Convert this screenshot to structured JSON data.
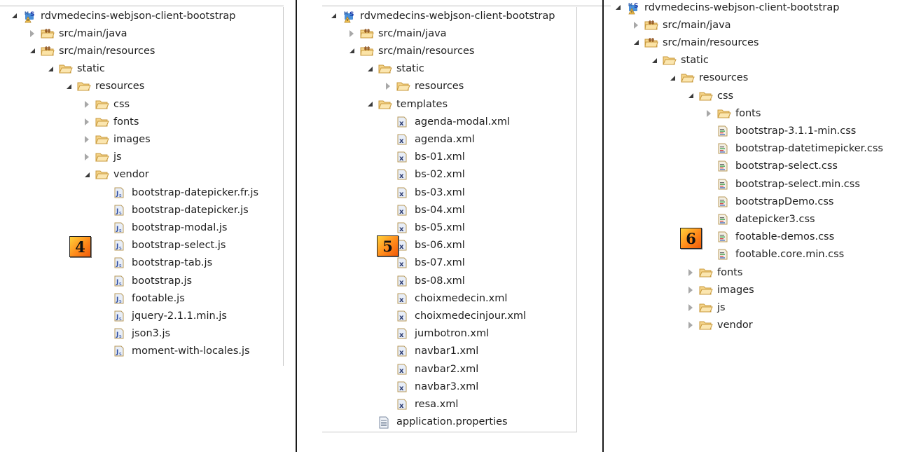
{
  "panels": [
    {
      "step_badge": "4",
      "rows": [
        {
          "label": "rdvmedecins-webjson-client-bootstrap",
          "depth": 0,
          "toggle": "open",
          "icon": "maven-project-icon"
        },
        {
          "label": "src/main/java",
          "depth": 1,
          "toggle": "closed",
          "icon": "source-package-icon"
        },
        {
          "label": "src/main/resources",
          "depth": 1,
          "toggle": "open",
          "icon": "source-package-icon"
        },
        {
          "label": "static",
          "depth": 2,
          "toggle": "open",
          "icon": "folder-icon"
        },
        {
          "label": "resources",
          "depth": 3,
          "toggle": "open",
          "icon": "folder-icon"
        },
        {
          "label": "css",
          "depth": 4,
          "toggle": "closed",
          "icon": "folder-icon"
        },
        {
          "label": "fonts",
          "depth": 4,
          "toggle": "closed",
          "icon": "folder-icon"
        },
        {
          "label": "images",
          "depth": 4,
          "toggle": "closed",
          "icon": "folder-icon"
        },
        {
          "label": "js",
          "depth": 4,
          "toggle": "closed",
          "icon": "folder-icon"
        },
        {
          "label": "vendor",
          "depth": 4,
          "toggle": "open",
          "icon": "folder-icon"
        },
        {
          "label": "bootstrap-datepicker.fr.js",
          "depth": 5,
          "toggle": "none",
          "icon": "js-file-icon"
        },
        {
          "label": "bootstrap-datepicker.js",
          "depth": 5,
          "toggle": "none",
          "icon": "js-file-icon"
        },
        {
          "label": "bootstrap-modal.js",
          "depth": 5,
          "toggle": "none",
          "icon": "js-file-icon"
        },
        {
          "label": "bootstrap-select.js",
          "depth": 5,
          "toggle": "none",
          "icon": "js-file-icon"
        },
        {
          "label": "bootstrap-tab.js",
          "depth": 5,
          "toggle": "none",
          "icon": "js-file-icon"
        },
        {
          "label": "bootstrap.js",
          "depth": 5,
          "toggle": "none",
          "icon": "js-file-icon"
        },
        {
          "label": "footable.js",
          "depth": 5,
          "toggle": "none",
          "icon": "js-file-icon"
        },
        {
          "label": "jquery-2.1.1.min.js",
          "depth": 5,
          "toggle": "none",
          "icon": "js-file-icon"
        },
        {
          "label": "json3.js",
          "depth": 5,
          "toggle": "none",
          "icon": "js-file-icon"
        },
        {
          "label": "moment-with-locales.js",
          "depth": 5,
          "toggle": "none",
          "icon": "js-file-icon"
        }
      ]
    },
    {
      "step_badge": "5",
      "rows": [
        {
          "label": "rdvmedecins-webjson-client-bootstrap",
          "depth": 0,
          "toggle": "open",
          "icon": "maven-project-icon"
        },
        {
          "label": "src/main/java",
          "depth": 1,
          "toggle": "closed",
          "icon": "source-package-icon"
        },
        {
          "label": "src/main/resources",
          "depth": 1,
          "toggle": "open",
          "icon": "source-package-icon"
        },
        {
          "label": "static",
          "depth": 2,
          "toggle": "open",
          "icon": "folder-icon"
        },
        {
          "label": "resources",
          "depth": 3,
          "toggle": "closed",
          "icon": "folder-icon"
        },
        {
          "label": "templates",
          "depth": 2,
          "toggle": "open",
          "icon": "folder-icon"
        },
        {
          "label": "agenda-modal.xml",
          "depth": 3,
          "toggle": "none",
          "icon": "xml-file-icon"
        },
        {
          "label": "agenda.xml",
          "depth": 3,
          "toggle": "none",
          "icon": "xml-file-icon"
        },
        {
          "label": "bs-01.xml",
          "depth": 3,
          "toggle": "none",
          "icon": "xml-file-icon"
        },
        {
          "label": "bs-02.xml",
          "depth": 3,
          "toggle": "none",
          "icon": "xml-file-icon"
        },
        {
          "label": "bs-03.xml",
          "depth": 3,
          "toggle": "none",
          "icon": "xml-file-icon"
        },
        {
          "label": "bs-04.xml",
          "depth": 3,
          "toggle": "none",
          "icon": "xml-file-icon"
        },
        {
          "label": "bs-05.xml",
          "depth": 3,
          "toggle": "none",
          "icon": "xml-file-icon"
        },
        {
          "label": "bs-06.xml",
          "depth": 3,
          "toggle": "none",
          "icon": "xml-file-icon"
        },
        {
          "label": "bs-07.xml",
          "depth": 3,
          "toggle": "none",
          "icon": "xml-file-icon"
        },
        {
          "label": "bs-08.xml",
          "depth": 3,
          "toggle": "none",
          "icon": "xml-file-icon"
        },
        {
          "label": "choixmedecin.xml",
          "depth": 3,
          "toggle": "none",
          "icon": "xml-file-icon"
        },
        {
          "label": "choixmedecinjour.xml",
          "depth": 3,
          "toggle": "none",
          "icon": "xml-file-icon"
        },
        {
          "label": "jumbotron.xml",
          "depth": 3,
          "toggle": "none",
          "icon": "xml-file-icon"
        },
        {
          "label": "navbar1.xml",
          "depth": 3,
          "toggle": "none",
          "icon": "xml-file-icon"
        },
        {
          "label": "navbar2.xml",
          "depth": 3,
          "toggle": "none",
          "icon": "xml-file-icon"
        },
        {
          "label": "navbar3.xml",
          "depth": 3,
          "toggle": "none",
          "icon": "xml-file-icon"
        },
        {
          "label": "resa.xml",
          "depth": 3,
          "toggle": "none",
          "icon": "xml-file-icon"
        },
        {
          "label": "application.properties",
          "depth": 2,
          "toggle": "none",
          "icon": "properties-file-icon"
        }
      ]
    },
    {
      "step_badge": "6",
      "rows": [
        {
          "label": "rdvmedecins-webjson-client-bootstrap",
          "depth": 0,
          "toggle": "open",
          "icon": "maven-project-icon"
        },
        {
          "label": "src/main/java",
          "depth": 1,
          "toggle": "closed",
          "icon": "source-package-icon"
        },
        {
          "label": "src/main/resources",
          "depth": 1,
          "toggle": "open",
          "icon": "source-package-icon"
        },
        {
          "label": "static",
          "depth": 2,
          "toggle": "open",
          "icon": "folder-icon"
        },
        {
          "label": "resources",
          "depth": 3,
          "toggle": "open",
          "icon": "folder-icon"
        },
        {
          "label": "css",
          "depth": 4,
          "toggle": "open",
          "icon": "folder-icon"
        },
        {
          "label": "fonts",
          "depth": 5,
          "toggle": "closed",
          "icon": "folder-icon"
        },
        {
          "label": "bootstrap-3.1.1-min.css",
          "depth": 5,
          "toggle": "none",
          "icon": "css-file-icon"
        },
        {
          "label": "bootstrap-datetimepicker.css",
          "depth": 5,
          "toggle": "none",
          "icon": "css-file-icon"
        },
        {
          "label": "bootstrap-select.css",
          "depth": 5,
          "toggle": "none",
          "icon": "css-file-icon"
        },
        {
          "label": "bootstrap-select.min.css",
          "depth": 5,
          "toggle": "none",
          "icon": "css-file-icon"
        },
        {
          "label": "bootstrapDemo.css",
          "depth": 5,
          "toggle": "none",
          "icon": "css-file-icon"
        },
        {
          "label": "datepicker3.css",
          "depth": 5,
          "toggle": "none",
          "icon": "css-file-icon"
        },
        {
          "label": "footable-demos.css",
          "depth": 5,
          "toggle": "none",
          "icon": "css-file-icon"
        },
        {
          "label": "footable.core.min.css",
          "depth": 5,
          "toggle": "none",
          "icon": "css-file-icon"
        },
        {
          "label": "fonts",
          "depth": 4,
          "toggle": "closed",
          "icon": "folder-icon"
        },
        {
          "label": "images",
          "depth": 4,
          "toggle": "closed",
          "icon": "folder-icon"
        },
        {
          "label": "js",
          "depth": 4,
          "toggle": "closed",
          "icon": "folder-icon"
        },
        {
          "label": "vendor",
          "depth": 4,
          "toggle": "closed",
          "icon": "folder-icon"
        }
      ]
    }
  ],
  "colors": {
    "folder": "#f5d48a",
    "folder_stroke": "#c99a3c",
    "badge_start": "#ffd23a",
    "badge_end": "#f05a0a",
    "separator": "#1a1a1a"
  }
}
